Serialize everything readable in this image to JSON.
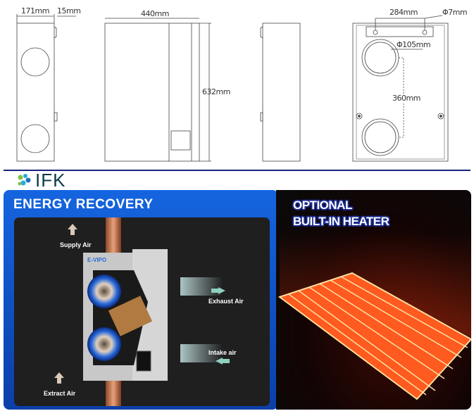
{
  "dimensions": {
    "depth": "171mm",
    "bracket": "15mm",
    "width": "440mm",
    "height": "632mm",
    "bracket_spacing": "284mm",
    "hole": "Φ7mm",
    "duct_diameter": "Φ105mm",
    "duct_spacing": "360mm"
  },
  "logo": {
    "text": "IFK"
  },
  "energy_panel": {
    "title": "ENERGY  RECOVERY",
    "brand": "E-VIPO",
    "labels": {
      "supply": "Supply Air",
      "exhaust": "Exhaust Air",
      "intake": "Intake air",
      "extract": "Extract Air"
    }
  },
  "heater_panel": {
    "line1": "OPTIONAL",
    "line2": "BUILT-IN HEATER"
  },
  "colors": {
    "accent_blue": "#1565e0",
    "navy": "#1a237e",
    "heater": "#ff5a1f"
  }
}
